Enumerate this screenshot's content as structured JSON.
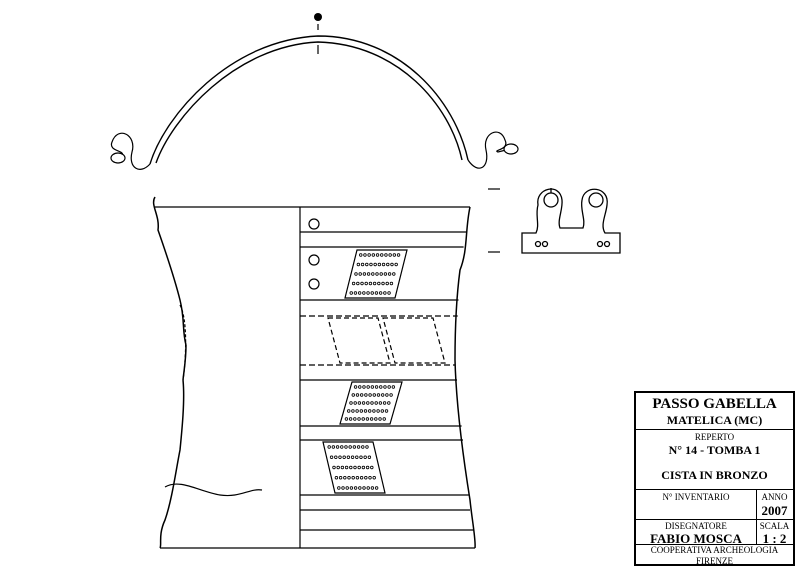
{
  "title_block": {
    "site": "PASSO GABELLA",
    "location": "MATELICA (MC)",
    "reperto_label": "REPERTO",
    "reperto_value": "N° 14 - TOMBA 1",
    "object": "CISTA IN BRONZO",
    "inventory_label": "N° INVENTARIO",
    "inventory_value": "",
    "year_label": "ANNO",
    "year_value": "2007",
    "drafter_label": "DISEGNATORE",
    "drafter_value": "FABIO MOSCA",
    "scale_label": "SCALA",
    "scale_value": "1 : 2",
    "org_line1": "COOPERATIVA ARCHEOLOGIA",
    "org_line2": "FIRENZE"
  },
  "colors": {
    "ink": "#000000",
    "paper": "#ffffff"
  }
}
